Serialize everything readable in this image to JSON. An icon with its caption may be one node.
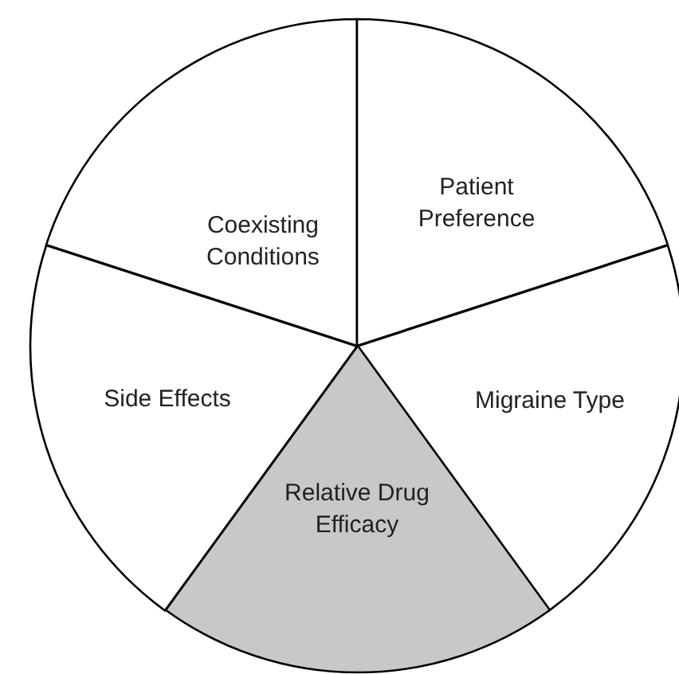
{
  "diagram": {
    "nodes": [
      {
        "text": [
          "Coexisting Conditions"
        ]
      },
      {
        "text": [
          "Patient Preference"
        ]
      },
      {
        "text": [
          "Side Effects"
        ]
      },
      {
        "text": [
          "Migraine Type"
        ]
      },
      {
        "text": [
          "Relative Drug Efficacy"
        ]
      }
    ]
  }
}
